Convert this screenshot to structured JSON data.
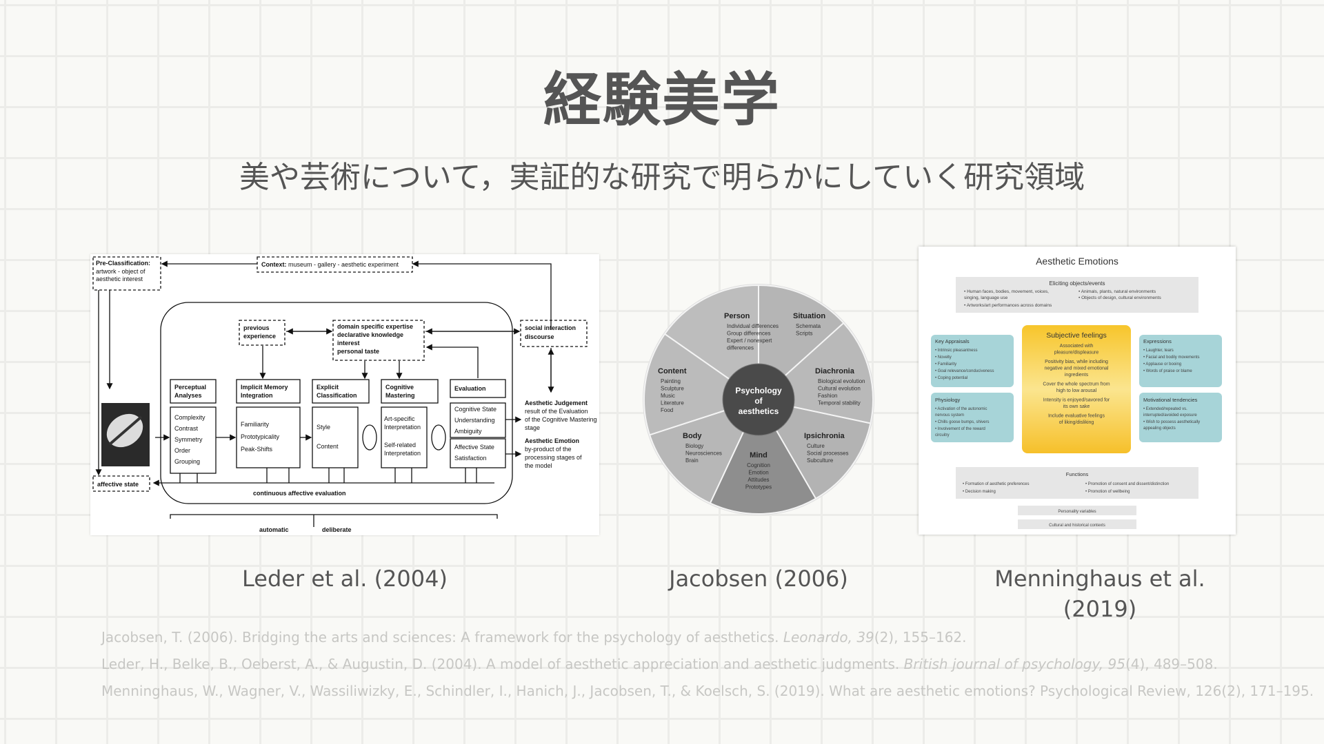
{
  "slide": {
    "title": "経験美学",
    "subtitle": "美や芸術について，実証的な研究で明らかにしていく研究領域"
  },
  "figures": {
    "leder": {
      "caption": "Leder et al. (2004)",
      "preclass_title": "Pre-Classification:",
      "preclass_text1": "artwork - object of",
      "preclass_text2": "aesthetic interest",
      "context_bold": "Context:",
      "context_text": " museum - gallery - aesthetic experiment",
      "prev1": "previous",
      "prev2": "experience",
      "dom1": "domain specific expertise",
      "dom2": "declarative knowledge",
      "dom3": "interest",
      "dom4": "personal taste",
      "social1": "social interaction",
      "social2": "discourse",
      "stage1_h1": "Perceptual",
      "stage1_h2": "Analyses",
      "stage1_items": [
        "Complexity",
        "Contrast",
        "Symmetry",
        "Order",
        "Grouping"
      ],
      "stage2_h1": "Implicit Memory",
      "stage2_h2": "Integration",
      "stage2_items": [
        "Familiarity",
        "Prototypicality",
        "Peak-Shifts"
      ],
      "stage3_h1": "Explicit",
      "stage3_h2": "Classification",
      "stage3_items": [
        "Style",
        "Content"
      ],
      "stage4_h1": "Cognitive",
      "stage4_h2": "Mastering",
      "stage4_items": [
        "Art-specific",
        "Interpretation",
        "Self-related",
        "Interpretation"
      ],
      "stage5_h1": "Evaluation",
      "stage5_items": [
        "Cognitive State",
        "Understanding",
        "Ambiguity"
      ],
      "stage5_items2": [
        "Affective State",
        "Satisfaction"
      ],
      "judg1": "Aesthetic Judgement",
      "judg2": "result of the Evaluation",
      "judg3": "of the Cognitive Mastering",
      "judg4": "stage",
      "emo1": "Aesthetic Emotion",
      "emo2": "by-product of the",
      "emo3": "processing stages of",
      "emo4": "the model",
      "affective": "affective state",
      "continuous": "continuous affective evaluation",
      "automatic": "automatic",
      "deliberate": "deliberate"
    },
    "jacobsen": {
      "caption": "Jacobsen (2006)",
      "center1": "Psychology",
      "center2": "of",
      "center3": "aesthetics",
      "sectors": [
        {
          "title": "Person",
          "items": [
            "Individual differences",
            "Group differences",
            "Expert / nonexpert",
            "differences"
          ]
        },
        {
          "title": "Situation",
          "items": [
            "Schemata",
            "Scripts"
          ]
        },
        {
          "title": "Diachronia",
          "items": [
            "Biological evolution",
            "Cultural evolution",
            "Fashion",
            "Temporal stability"
          ]
        },
        {
          "title": "Ipsichronia",
          "items": [
            "Culture",
            "Social processes",
            "Subculture"
          ]
        },
        {
          "title": "Mind",
          "items": [
            "Cognition",
            "Emotion",
            "Attitudes",
            "Prototypes"
          ]
        },
        {
          "title": "Body",
          "items": [
            "Biology",
            "Neurosciences",
            "Brain"
          ]
        },
        {
          "title": "Content",
          "items": [
            "Painting",
            "Sculpture",
            "Music",
            "Literature",
            "Food"
          ]
        }
      ]
    },
    "menninghaus": {
      "caption": "Menninghaus et al. (2019)",
      "title": "Aesthetic Emotions",
      "eliciting_title": "Eliciting objects/events",
      "eliciting_l": [
        "• Human faces, bodies, movement, voices,",
        "  singing, language use",
        "• Artworks/art performances across domains"
      ],
      "eliciting_r": [
        "• Animals, plants, natural environments",
        "• Objects of design, cultural environments"
      ],
      "appraisals_title": "Key Appraisals",
      "appraisals": [
        "• Intrinsic pleasantness",
        "• Novelty",
        "• Familiarity",
        "• Goal relevance/conduciveness",
        "• Coping potential"
      ],
      "physiology_title": "Physiology",
      "physiology": [
        "• Activation of the autonomic",
        "  nervous system",
        "• Chills goose bumps, shivers",
        "• Involvement of the reward",
        "  circuitry"
      ],
      "subjective_title": "Subjective feelings",
      "subjective": [
        "Associated with",
        "pleasure/displeasure",
        "",
        "Positivity bias, while including",
        "negative and mixed emotional",
        "ingredients",
        "",
        "Cover the whole spectrum from",
        "high to low arousal",
        "",
        "Intensity is enjoyed/savored for",
        "its own sake",
        "",
        "Include evaluative feelings",
        "of liking/disliking"
      ],
      "expressions_title": "Expressions",
      "expressions": [
        "• Laughter, tears",
        "• Facial and bodily movements",
        "• Applause or booing",
        "• Words of praise or blame"
      ],
      "motivational_title": "Motivational tendencies",
      "motivational": [
        "• Extended/repeated vs.",
        "  interrupted/avoided exposure",
        "• Wish to possess aesthetically",
        "  appealing objects"
      ],
      "functions_title": "Functions",
      "functions_l": [
        "• Formation of aesthetic preferences",
        "• Decision making"
      ],
      "functions_r": [
        "• Promotion of consent and dissent/distinction",
        "• Promotion of wellbeing"
      ],
      "personality": "Personality variables",
      "cultural": "Cultural and historical contexts"
    }
  },
  "references": [
    {
      "pre": "Jacobsen, T. (2006). Bridging the arts and sciences: A framework for the psychology of aesthetics. ",
      "journal": "Leonardo, 39",
      "post": "(2), 155–162."
    },
    {
      "pre": "Leder, H., Belke, B., Oeberst, A., & Augustin, D. (2004). A model of aesthetic appreciation and aesthetic judgments. ",
      "journal": "British journal of psychology, 95",
      "post": "(4), 489–508."
    },
    {
      "pre": "Menninghaus, W., Wagner, V., Wassiliwizky, E., Schindler, I., Hanich, J., Jacobsen, T., & Koelsch, S. (2019). What are aesthetic emotions? Psychological Review, 126(2), 171–195.",
      "journal": "",
      "post": ""
    }
  ]
}
